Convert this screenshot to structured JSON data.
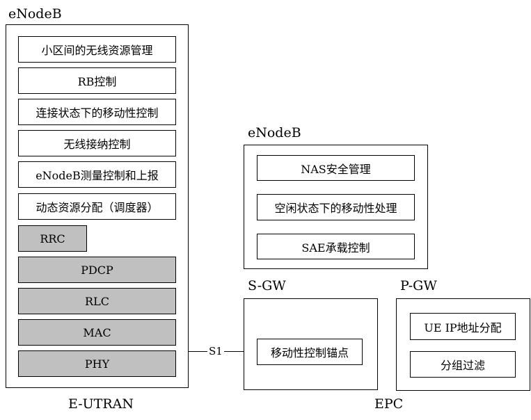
{
  "left": {
    "title": "eNodeB",
    "caption": "E-UTRAN",
    "functions": [
      "小区间的无线资源管理",
      "RB控制",
      "连接状态下的移动性控制",
      "无线接纳控制",
      "eNodeB测量控制和上报",
      "动态资源分配（调度器）"
    ],
    "protocols": [
      "RRC",
      "PDCP",
      "RLC",
      "MAC",
      "PHY"
    ]
  },
  "interface": "S1",
  "mme": {
    "title": "eNodeB",
    "functions": [
      "NAS安全管理",
      "空闲状态下的移动性处理",
      "SAE承载控制"
    ]
  },
  "sgw": {
    "title": "S-GW",
    "functions": [
      "移动性控制锚点"
    ]
  },
  "pgw": {
    "title": "P-GW",
    "functions": [
      "UE IP地址分配",
      "分组过滤"
    ]
  },
  "epc": {
    "caption": "EPC"
  },
  "colors": {
    "protocol_fill": "#c0c0c0",
    "border": "#000000"
  }
}
